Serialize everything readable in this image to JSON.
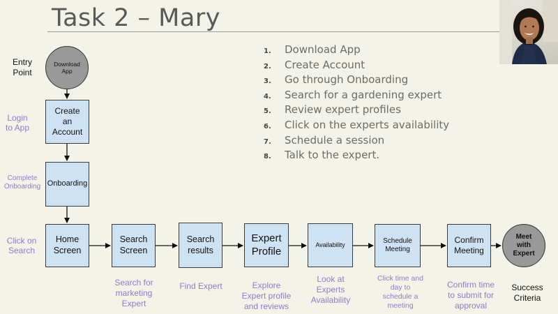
{
  "title": "Task 2 – Mary",
  "entry_label": "Entry\nPoint",
  "success_label": "Success\nCriteria",
  "steps": [
    {
      "num": "1.",
      "text": "Download App"
    },
    {
      "num": "2.",
      "text": "Create Account"
    },
    {
      "num": "3.",
      "text": "Go through Onboarding"
    },
    {
      "num": "4.",
      "text": "Search for a gardening expert"
    },
    {
      "num": "5.",
      "text": "Review expert profiles"
    },
    {
      "num": "6.",
      "text": "Click on the experts availability"
    },
    {
      "num": "7.",
      "text": "Schedule a session"
    },
    {
      "num": "8.",
      "text": "Talk to the expert."
    }
  ],
  "nodes": {
    "download": "Download\nApp",
    "create": "Create\nan\nAccount",
    "onboarding": "Onboarding",
    "home": "Home\nScreen",
    "search_screen": "Search\nScreen",
    "search_results": "Search\nresults",
    "expert_profile": "Expert\nProfile",
    "availability": "Availability",
    "schedule": "Schedule\nMeeting",
    "confirm": "Confirm\nMeeting",
    "meet": "Meet\nwith\nExpert"
  },
  "side_labels": {
    "login": "Login\nto App",
    "complete_onboarding": "Complete\nOnboarding",
    "click_search": "Click on\nSearch"
  },
  "notes": {
    "search_marketing": "Search for\nmarketing\nExpert",
    "find_expert": "Find Expert",
    "explore": "Explore\nExpert profile\nand reviews",
    "look_availability": "Look at\nExperts\nAvailability",
    "click_time": "Click time and\nday to\nschedule a\nmeeting",
    "confirm_time": "Confirm time\nto submit for\napproval"
  },
  "colors": {
    "box_fill": "#cfe2f3",
    "node_circle": "#999999",
    "note_text": "#8e7cc3",
    "title_text": "#595959"
  },
  "icons": {
    "participant_photo": "person-webcam-photo"
  }
}
